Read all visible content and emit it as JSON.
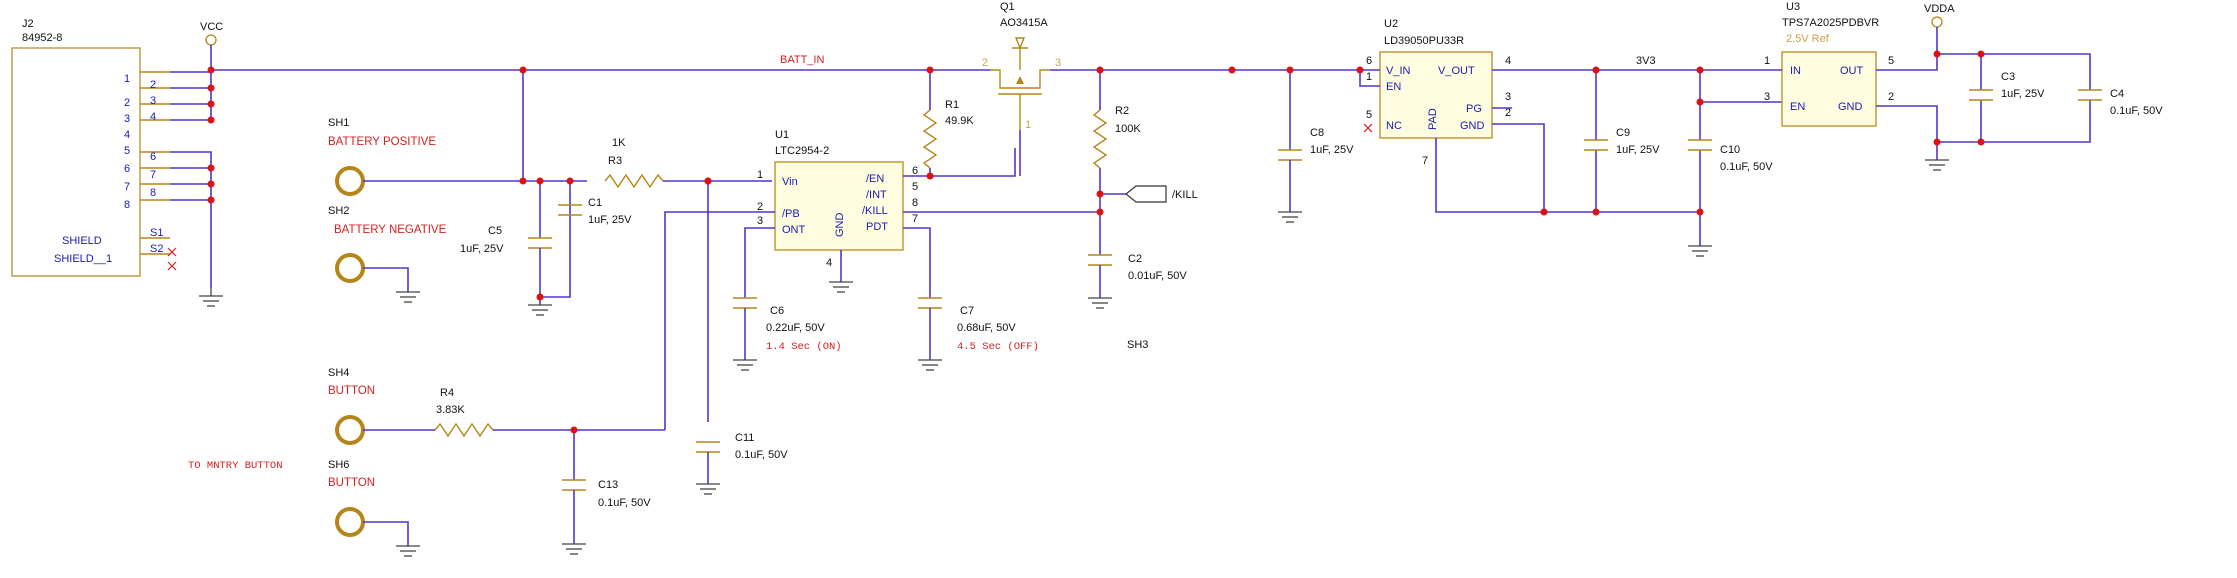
{
  "components": {
    "j2": {
      "ref": "J2",
      "value": "84952-8",
      "pins": [
        "1",
        "2",
        "3",
        "4",
        "5",
        "6",
        "7",
        "8"
      ],
      "shield_labels": [
        "SHIELD",
        "SHIELD__1"
      ],
      "shield_pins": [
        "S1",
        "S2"
      ]
    },
    "vcc": "VCC",
    "vdda": "VDDA",
    "q1": {
      "ref": "Q1",
      "value": "AO3415A",
      "pins": [
        "2",
        "3",
        "1"
      ]
    },
    "u1": {
      "ref": "U1",
      "value": "LTC2954-2",
      "pins_left": [
        {
          "num": "1",
          "name": "Vin"
        },
        {
          "num": "2",
          "name": "/PB"
        },
        {
          "num": "3",
          "name": "ONT"
        }
      ],
      "pins_right": [
        {
          "num": "6",
          "name": "/EN"
        },
        {
          "num": "5",
          "name": "/INT"
        },
        {
          "num": "8",
          "name": "/KILL"
        },
        {
          "num": "7",
          "name": "PDT"
        }
      ],
      "gnd_name": "GND",
      "gnd_num": "4"
    },
    "u2": {
      "ref": "U2",
      "value": "LD39050PU33R",
      "pins_left": [
        {
          "num": "6",
          "name": "V_IN"
        },
        {
          "num": "1",
          "name": "EN"
        },
        {
          "num": "5",
          "name": "NC"
        }
      ],
      "pins_right": [
        {
          "num": "4",
          "name": "V_OUT"
        },
        {
          "num": "3",
          "name": "PG"
        },
        {
          "num": "2",
          "name": "GND"
        }
      ],
      "pad_name": "PAD",
      "pad_num": "7"
    },
    "u3": {
      "ref": "U3",
      "value": "TPS7A2025PDBVR",
      "note": "2.5V Ref",
      "pins_left": [
        {
          "num": "1",
          "name": "IN"
        },
        {
          "num": "3",
          "name": "EN"
        }
      ],
      "pins_right": [
        {
          "num": "5",
          "name": "OUT"
        },
        {
          "num": "2",
          "name": "GND"
        }
      ]
    },
    "r1": {
      "ref": "R1",
      "value": "49.9K"
    },
    "r2": {
      "ref": "R2",
      "value": "100K"
    },
    "r3": {
      "ref": "R3",
      "value": "1K"
    },
    "r4": {
      "ref": "R4",
      "value": "3.83K"
    },
    "c1": {
      "ref": "C1",
      "value": "1uF, 25V"
    },
    "c2": {
      "ref": "C2",
      "value": "0.01uF, 50V"
    },
    "c3": {
      "ref": "C3",
      "value": "1uF, 25V"
    },
    "c4": {
      "ref": "C4",
      "value": "0.1uF, 50V"
    },
    "c5": {
      "ref": "C5",
      "value": "1uF, 25V"
    },
    "c6": {
      "ref": "C6",
      "value": "0.22uF, 50V",
      "note": "1.4 Sec (ON)"
    },
    "c7": {
      "ref": "C7",
      "value": "0.68uF, 50V",
      "note": "4.5 Sec (OFF)"
    },
    "c8": {
      "ref": "C8",
      "value": "1uF, 25V"
    },
    "c9": {
      "ref": "C9",
      "value": "1uF, 25V"
    },
    "c10": {
      "ref": "C10",
      "value": "0.1uF, 50V"
    },
    "c11": {
      "ref": "C11",
      "value": "0.1uF, 50V"
    },
    "c13": {
      "ref": "C13",
      "value": "0.1uF, 50V"
    },
    "sh1": {
      "ref": "SH1",
      "label": "BATTERY POSITIVE"
    },
    "sh2": {
      "ref": "SH2",
      "label": "BATTERY NEGATIVE"
    },
    "sh3": {
      "ref": "SH3"
    },
    "sh4": {
      "ref": "SH4",
      "label": "BUTTON"
    },
    "sh6": {
      "ref": "SH6",
      "label": "BUTTON"
    }
  },
  "nets": {
    "batt_in": "BATT_IN",
    "v3v3": "3V3",
    "kill": "/KILL"
  },
  "annotations": {
    "to_mntry": "TO MNTRY BUTTON"
  }
}
